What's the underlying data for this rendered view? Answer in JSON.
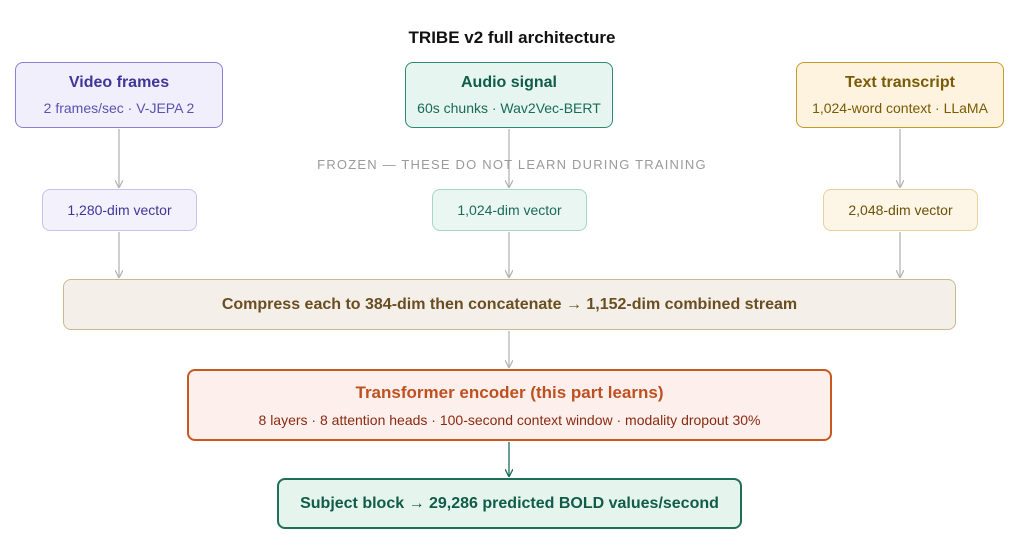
{
  "title": "TRIBE v2 full architecture",
  "inputs": {
    "video": {
      "name": "Video frames",
      "detail": "2 frames/sec · V-JEPA 2",
      "vector": "1,280-dim vector"
    },
    "audio": {
      "name": "Audio signal",
      "detail": "60s chunks · Wav2Vec-BERT",
      "vector": "1,024-dim vector"
    },
    "text": {
      "name": "Text transcript",
      "detail": "1,024-word context · LLaMA",
      "vector": "2,048-dim vector"
    }
  },
  "frozen_note": "FROZEN — THESE DO NOT LEARN DURING TRAINING",
  "compress": "Compress each to 384-dim then concatenate → 1,152-dim combined stream",
  "encoder": {
    "title": "Transformer encoder (this part learns)",
    "detail": "8 layers · 8 attention heads · 100-second context window · modality dropout 30%"
  },
  "subject": "Subject block → 29,286 predicted BOLD values/second",
  "colors": {
    "video_accent": "#8a80d6",
    "audio_accent": "#2d8a70",
    "text_accent": "#c49a2a",
    "encoder_accent": "#c8581f",
    "subject_accent": "#1e6e58"
  }
}
